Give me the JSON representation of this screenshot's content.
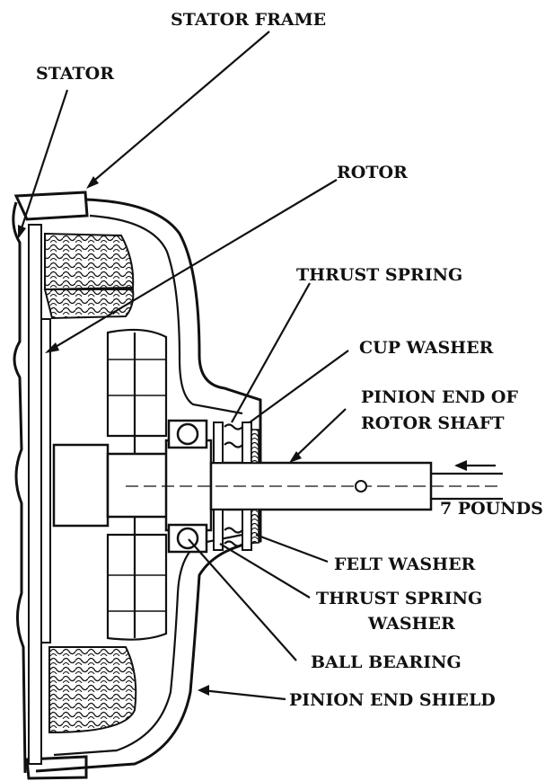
{
  "labels": {
    "stator_frame": "STATOR FRAME",
    "stator": "STATOR",
    "rotor": "ROTOR",
    "thrust_spring": "THRUST SPRING",
    "cup_washer": "CUP WASHER",
    "pinion_end_line1": "PINION END OF",
    "pinion_end_line2": "ROTOR SHAFT",
    "seven_pounds": "7 POUNDS",
    "felt_washer": "FELT WASHER",
    "thrust_spring_washer_line1": "THRUST SPRING",
    "thrust_spring_washer_line2": "WASHER",
    "ball_bearing": "BALL BEARING",
    "pinion_end_shield": "PINION END SHIELD"
  },
  "colors": {
    "ink": "#111111",
    "paper": "#ffffff"
  }
}
